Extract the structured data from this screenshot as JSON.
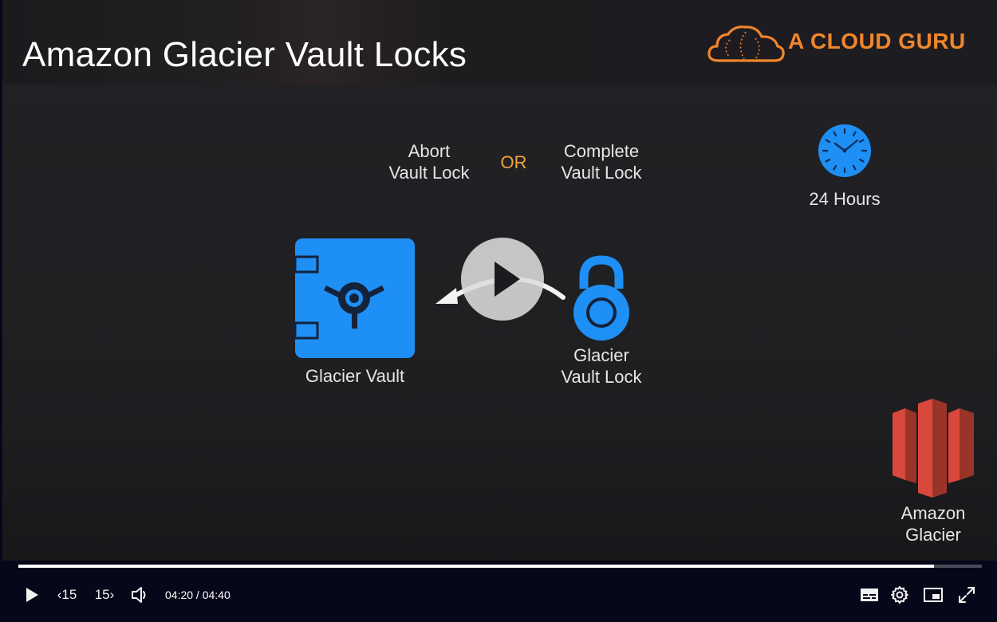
{
  "slide": {
    "title": "Amazon Glacier Vault Locks",
    "brand": "A CLOUD GURU",
    "abort_line1": "Abort",
    "abort_line2": "Vault Lock",
    "or": "OR",
    "complete_line1": "Complete",
    "complete_line2": "Vault Lock",
    "duration": "24 Hours",
    "vault_label": "Glacier Vault",
    "lock_line1": "Glacier",
    "lock_line2": "Vault Lock",
    "glacier_line1": "Amazon",
    "glacier_line2": "Glacier"
  },
  "player": {
    "skip_back": "‹15",
    "skip_forward": "15›",
    "time": "04:20 / 04:40",
    "progress_fraction": 0.9505,
    "icons": {
      "center_play": "play-icon",
      "play": "play-icon",
      "volume": "volume-icon",
      "captions": "captions-icon",
      "settings": "gear-icon",
      "pip": "picture-in-picture-icon",
      "fullscreen": "fullscreen-icon"
    }
  },
  "colors": {
    "brand_orange": "#f0862b",
    "or_orange": "#f1a33a",
    "icon_blue": "#1e8ff4",
    "glacier_red": "#d9483b",
    "controls_bg": "#07071a"
  }
}
